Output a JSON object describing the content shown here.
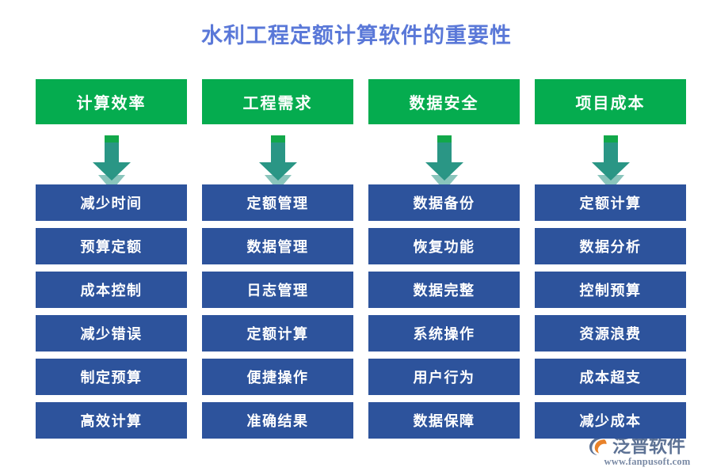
{
  "page": {
    "title": "水利工程定额计算软件的重要性",
    "title_color": "#5a78d8",
    "background_color": "#ffffff"
  },
  "theme": {
    "header_green": "#05ac4f",
    "arrow_teal": "#2a9685",
    "arrow_cap_green": "#12a84a",
    "cell_blue": "#2d539c",
    "cell_text": "#ffffff"
  },
  "columns": [
    {
      "header": "计算效率",
      "arrow_icon": "down-arrow-icon",
      "items": [
        "减少时间",
        "预算定额",
        "成本控制",
        "减少错误",
        "制定预算",
        "高效计算"
      ]
    },
    {
      "header": "工程需求",
      "arrow_icon": "down-arrow-icon",
      "items": [
        "定额管理",
        "数据管理",
        "日志管理",
        "定额计算",
        "便捷操作",
        "准确结果"
      ]
    },
    {
      "header": "数据安全",
      "arrow_icon": "down-arrow-icon",
      "items": [
        "数据备份",
        "恢复功能",
        "数据完整",
        "系统操作",
        "用户行为",
        "数据保障"
      ]
    },
    {
      "header": "项目成本",
      "arrow_icon": "down-arrow-icon",
      "items": [
        "定额计算",
        "数据分析",
        "控制预算",
        "资源浪费",
        "成本超支",
        "减少成本"
      ]
    }
  ],
  "watermark": {
    "logo_icon": "fanpu-logo-icon",
    "brand": "泛普软件",
    "url": "www.fanpusoft.com"
  }
}
